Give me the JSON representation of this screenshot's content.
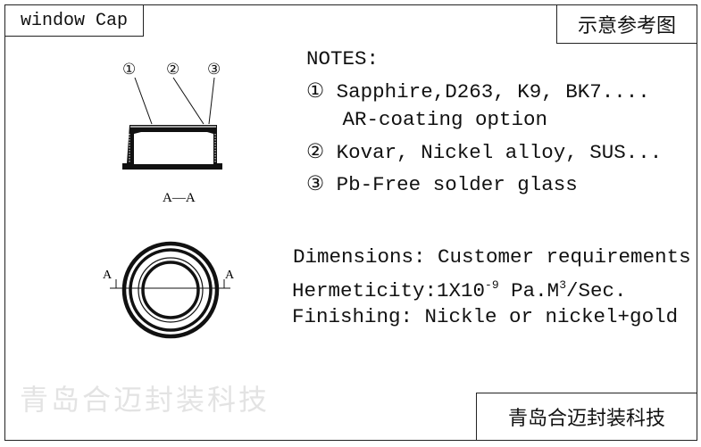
{
  "title": "window Cap",
  "reference_label": "示意参考图",
  "company": "青岛合迈封装科技",
  "watermark": "青岛合迈封装科技",
  "drawing": {
    "callouts": [
      "①",
      "②",
      "③"
    ],
    "section_label": "A—A",
    "section_mark_left": "A",
    "section_mark_right": "A"
  },
  "notes": {
    "heading": "NOTES:",
    "items": [
      "① Sapphire,D263, K9, BK7....",
      "   AR-coating option",
      "② Kovar, Nickel alloy, SUS...",
      "③ Pb-Free solder glass"
    ]
  },
  "specs": {
    "dimensions": "Dimensions: Customer requirements",
    "hermeticity_prefix": "Hermeticity:1X10",
    "hermeticity_exp": "-9",
    "hermeticity_unit": "Pa.M",
    "hermeticity_unit_exp": "3",
    "hermeticity_suffix": "/Sec.",
    "finishing": "Finishing: Nickle or nickel+gold"
  }
}
